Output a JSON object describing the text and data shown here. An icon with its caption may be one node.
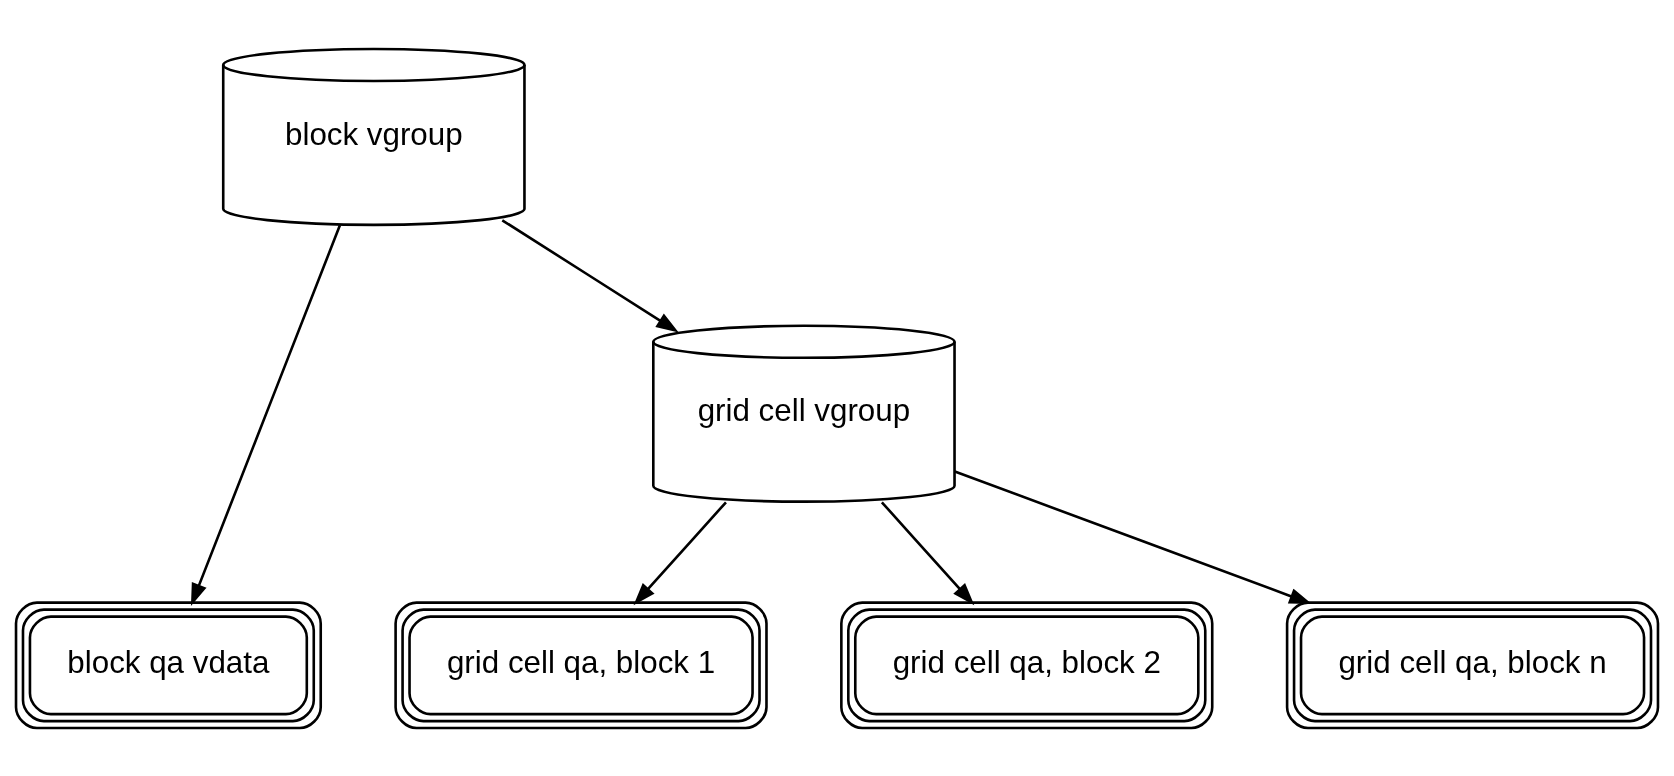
{
  "diagram": {
    "nodes": [
      {
        "text": [
          "block vgroup"
        ]
      },
      {
        "text": [
          "block qa vdata"
        ]
      },
      {
        "text": [
          "grid cell vgroup"
        ]
      },
      {
        "text": [
          "grid cell qa, block 1"
        ]
      },
      {
        "text": [
          "grid cell qa, block 2"
        ]
      },
      {
        "text": [
          "grid cell qa, block n"
        ]
      }
    ],
    "edges": [
      {
        "from": 0,
        "to": 1,
        "arrow": "to"
      },
      {
        "from": 0,
        "to": 2,
        "arrow": "to"
      },
      {
        "from": 2,
        "to": 3,
        "arrow": "to"
      },
      {
        "from": 2,
        "to": 4,
        "arrow": "to"
      },
      {
        "from": 2,
        "to": 5,
        "arrow": "to"
      }
    ]
  }
}
